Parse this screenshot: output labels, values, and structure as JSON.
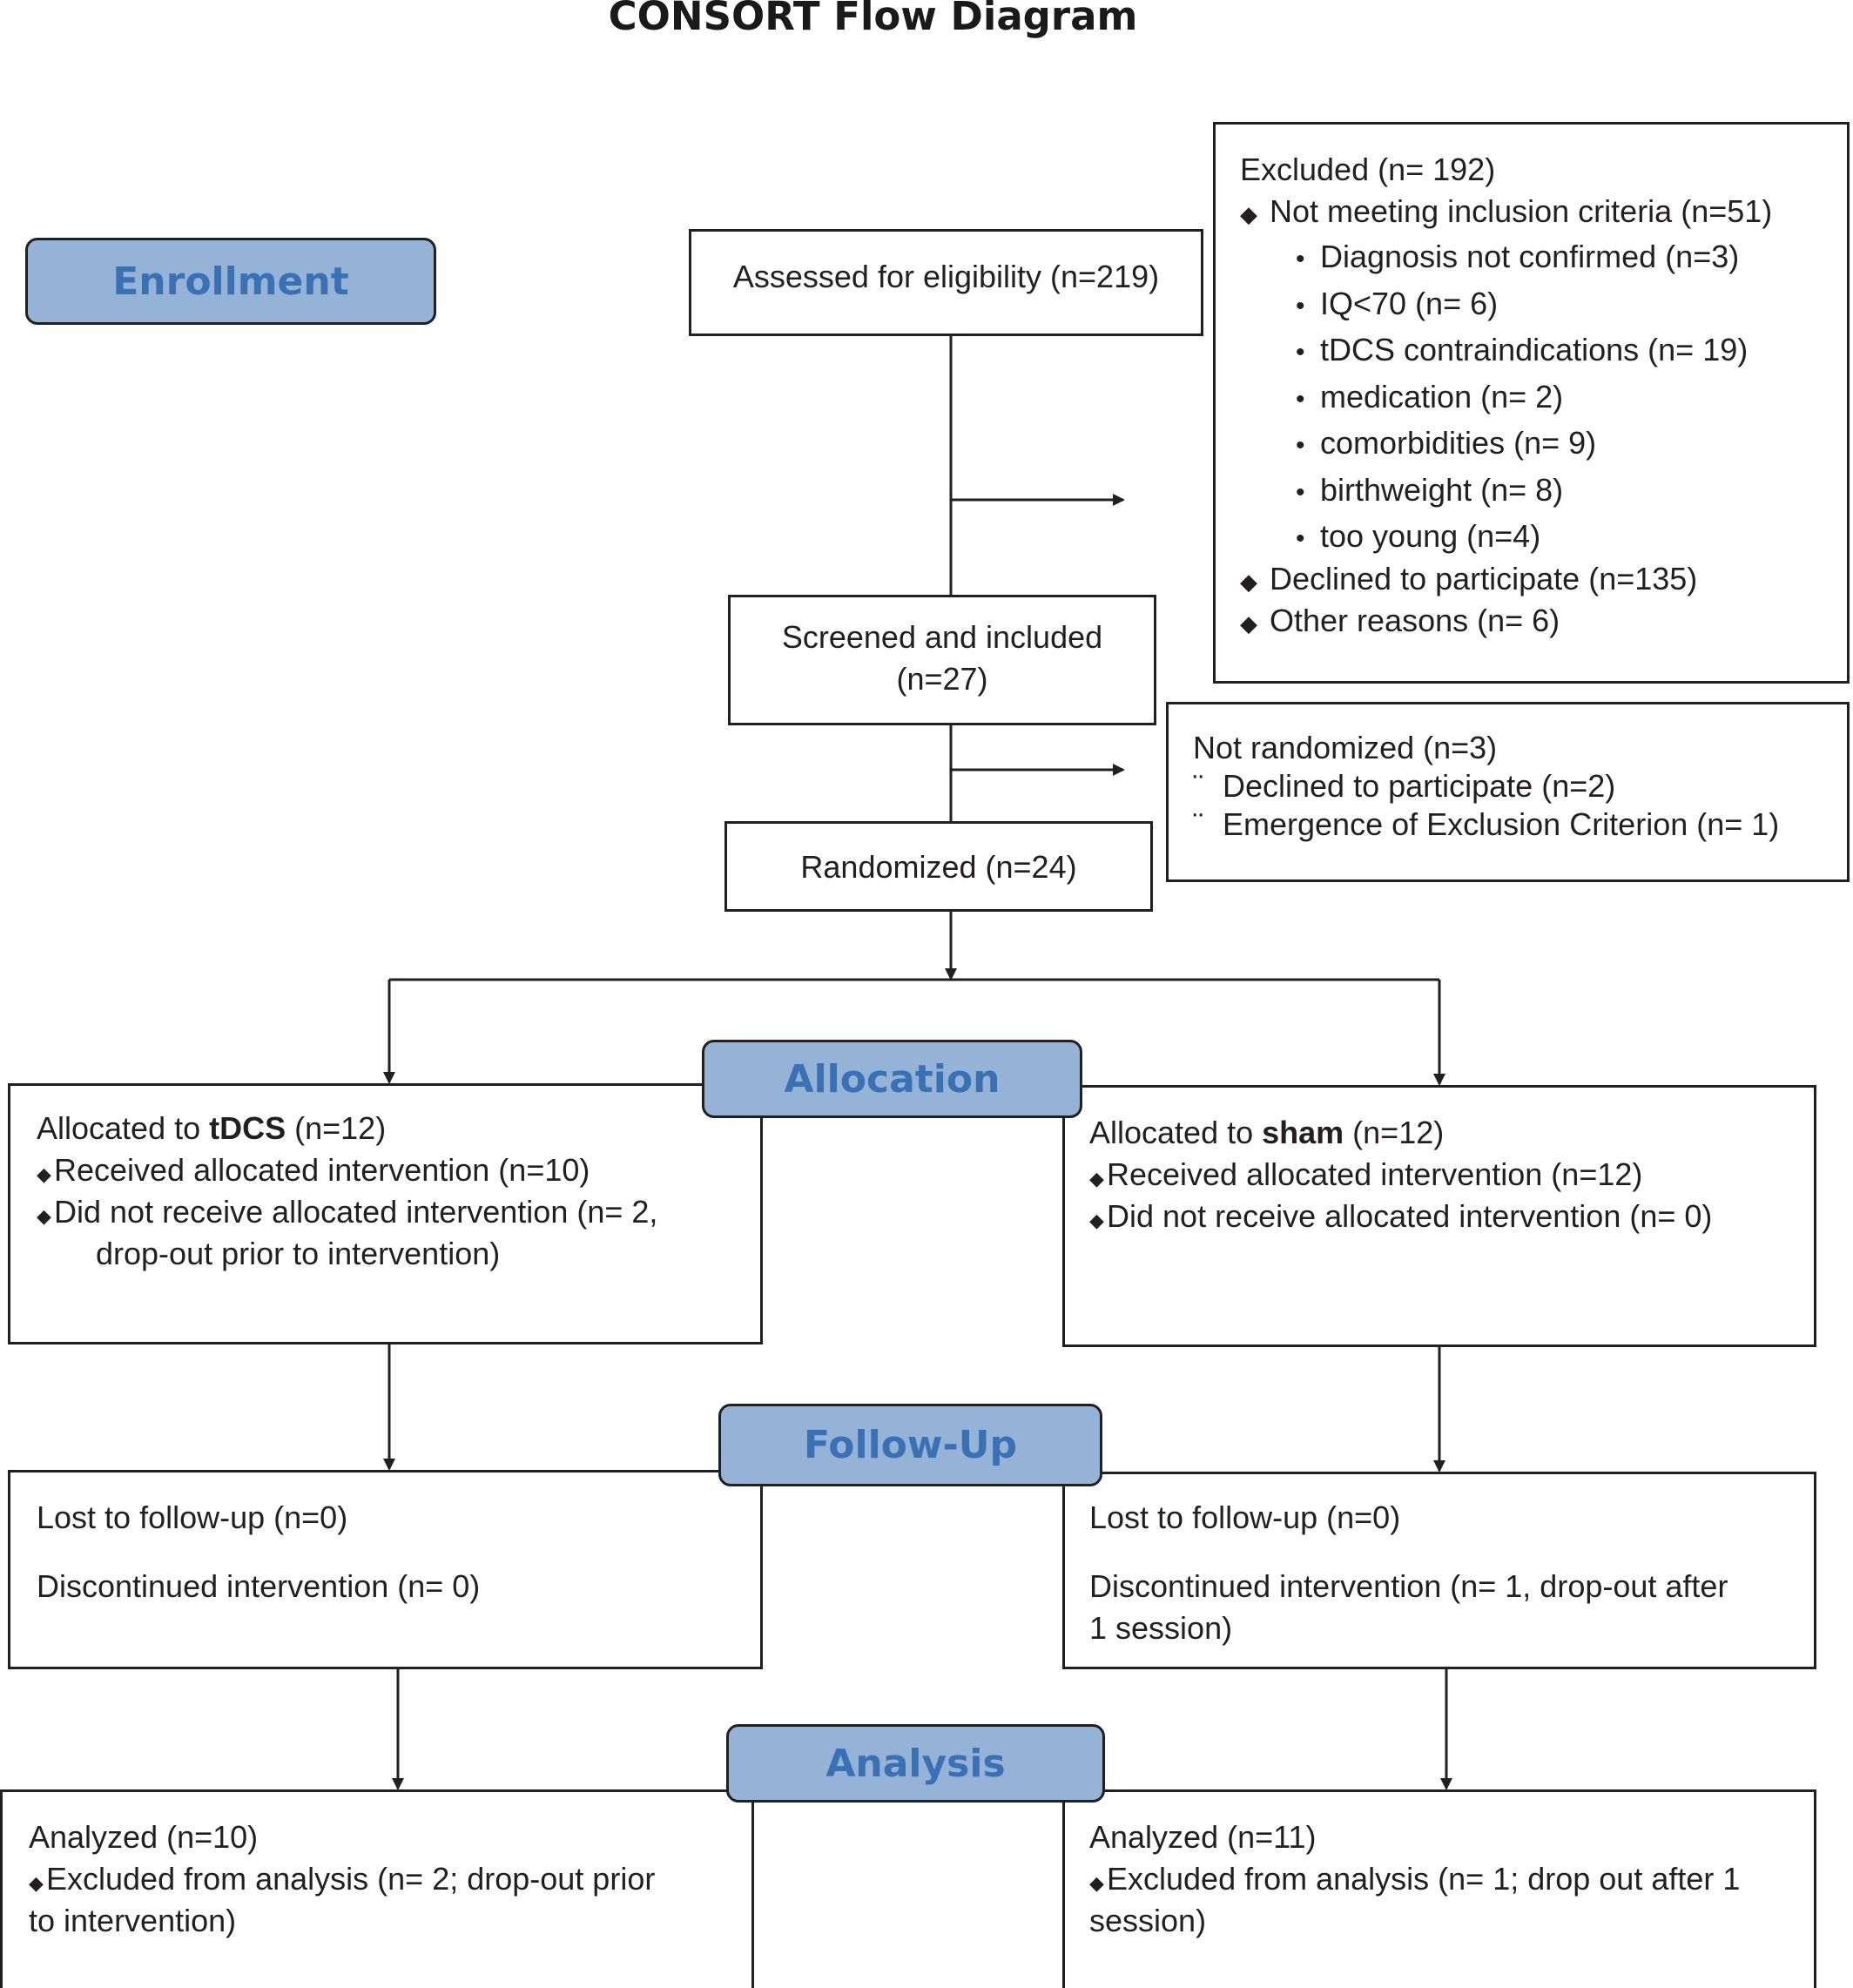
{
  "title": "CONSORT Flow Diagram",
  "stages": {
    "enrollment": "Enrollment",
    "allocation": "Allocation",
    "follow_up": "Follow-Up",
    "analysis": "Analysis"
  },
  "assessed": "Assessed for eligibility (n=219)",
  "excluded": {
    "heading": "Excluded (n= 192)",
    "not_meeting": "Not meeting inclusion criteria (n=51)",
    "reasons": [
      "Diagnosis not confirmed (n=3)",
      "IQ<70 (n= 6)",
      "tDCS contraindications (n= 19)",
      "medication (n= 2)",
      "comorbidities (n= 9)",
      "birthweight (n= 8)",
      "too young (n=4)"
    ],
    "declined": "Declined to participate (n=135)",
    "other": "Other reasons (n= 6)"
  },
  "screened": {
    "line1": "Screened and included",
    "line2": "(n=27)"
  },
  "not_randomized": {
    "heading": "Not randomized (n=3)",
    "items": [
      "Declined to participate (n=2)",
      "Emergence of Exclusion Criterion (n= 1)"
    ]
  },
  "randomized": "Randomized (n=24)",
  "allocation_tdcs": {
    "prefix": "Allocated to ",
    "group": "tDCS",
    "count": " (n=12)",
    "received": "Received allocated intervention (n=10)",
    "not_received_1": "Did not receive allocated intervention (n= 2,",
    "not_received_2": "drop-out prior to intervention)"
  },
  "allocation_sham": {
    "prefix": "Allocated to ",
    "group": "sham",
    "count": " (n=12)",
    "received": "Received allocated intervention (n=12)",
    "not_received": "Did not receive allocated intervention (n= 0)"
  },
  "followup_tdcs": {
    "lost": "Lost to follow-up (n=0)",
    "discontinued": "Discontinued intervention (n= 0)"
  },
  "followup_sham": {
    "lost": "Lost to follow-up (n=0)",
    "discontinued_1": "Discontinued intervention (n= 1, drop-out after",
    "discontinued_2": "1 session)"
  },
  "analysis_tdcs": {
    "analyzed": "Analyzed (n=10)",
    "excluded_1": "Excluded from analysis (n= 2; drop-out prior",
    "excluded_2": "to intervention)"
  },
  "analysis_sham": {
    "analyzed": "Analyzed (n=11)",
    "excluded_1": "Excluded from analysis (n= 1; drop out after 1",
    "excluded_2": "session)"
  }
}
